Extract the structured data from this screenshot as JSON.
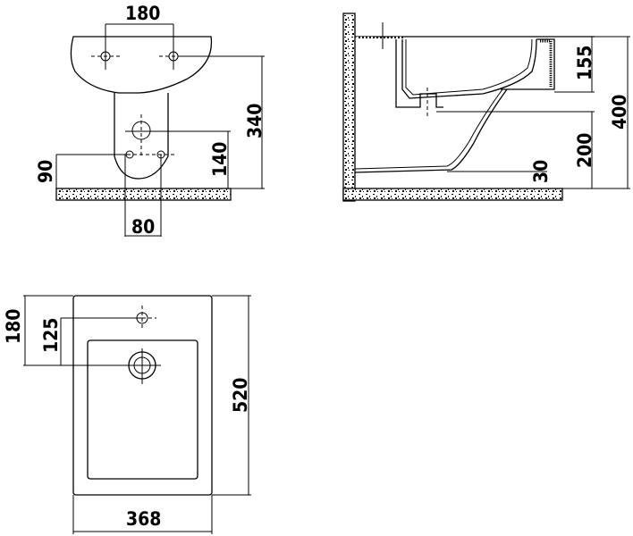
{
  "drawing": {
    "type": "technical-dimension-drawing",
    "subject": "wall-hung bidet",
    "units": "mm"
  },
  "front_view": {
    "dims": {
      "tap_hole_spacing": "180",
      "tap_hole_height": "340",
      "waste_height": "140",
      "fixing_height": "90",
      "fixing_spacing": "80"
    }
  },
  "side_view": {
    "dims": {
      "bowl_depth": "155",
      "total_height": "400",
      "outlet_height": "200",
      "bottom_offset": "30"
    }
  },
  "top_view": {
    "dims": {
      "overall_length": "520",
      "overall_width": "368",
      "tap_hole_offset": "180",
      "waste_offset": "125"
    }
  },
  "colors": {
    "line": "#000000",
    "background": "#ffffff",
    "hatch": "#000000"
  }
}
